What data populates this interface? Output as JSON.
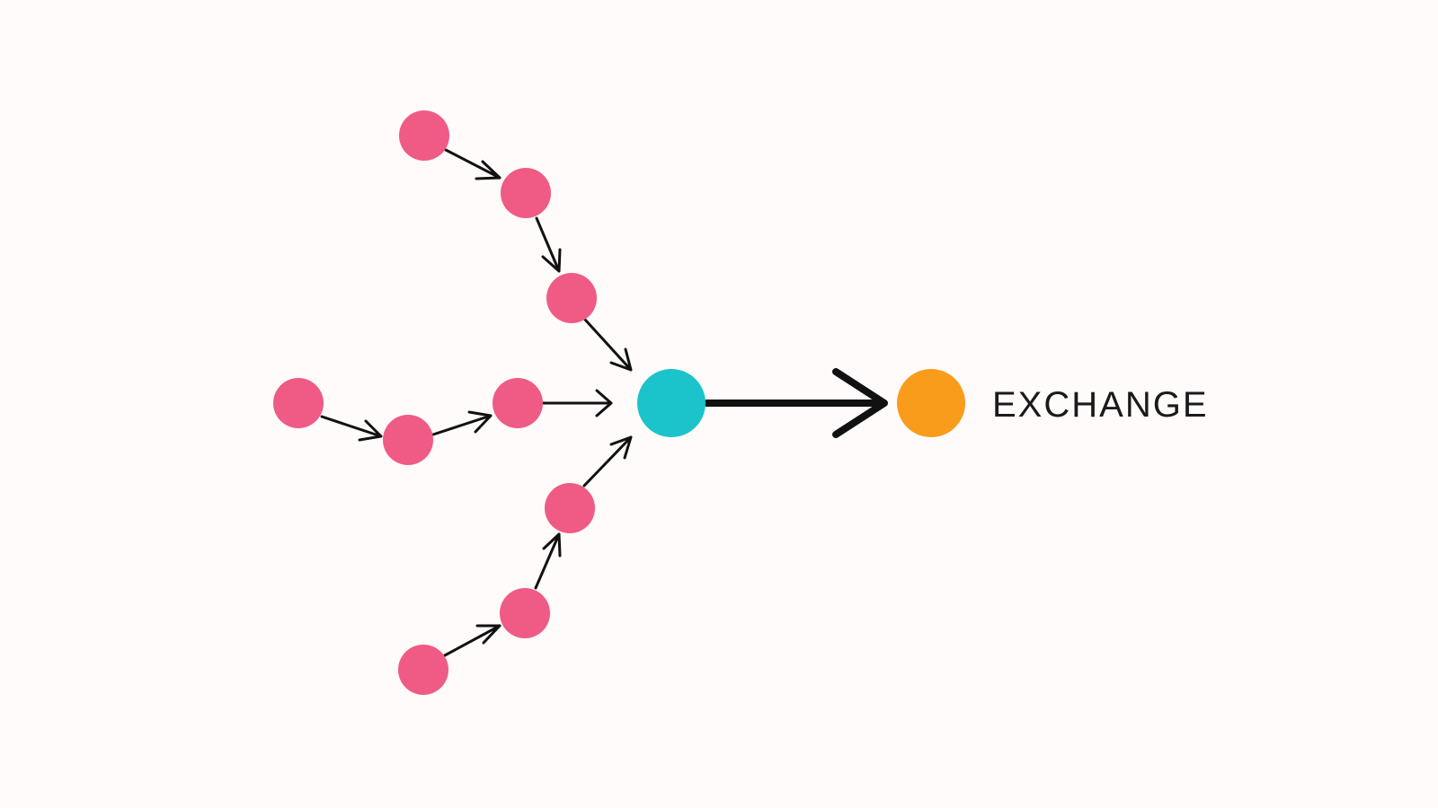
{
  "colors": {
    "background": "#fefbfa",
    "source_node": "#ef5b85",
    "hub_node": "#1bc4cb",
    "exchange_node": "#f99c1c",
    "arrow": "#111111",
    "label": "#1a1a1a"
  },
  "diagram": {
    "label": "EXCHANGE",
    "chains": [
      {
        "name": "top",
        "nodes": 3
      },
      {
        "name": "middle",
        "nodes": 3
      },
      {
        "name": "bottom",
        "nodes": 3
      }
    ],
    "hub_node": "hub",
    "exchange_node": "exchange"
  }
}
